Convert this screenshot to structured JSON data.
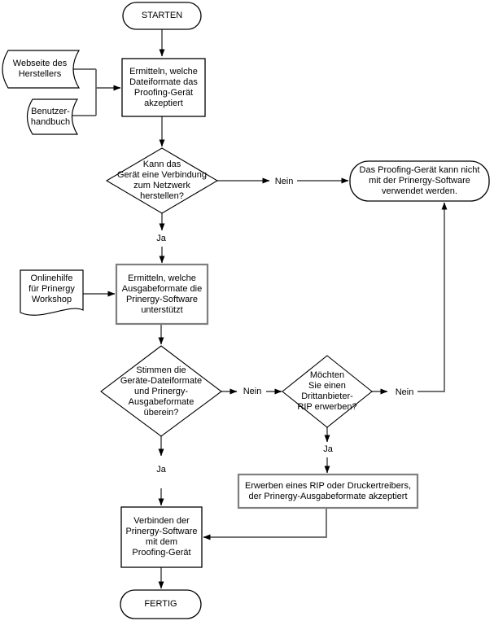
{
  "diagram": {
    "language": "de",
    "colors": {
      "background": "#ffffff",
      "shape_fill": "#ffffff",
      "shape_border": "#000000",
      "process_border_gray": "#7f7f7f",
      "connector": "#5e5e5e",
      "arrowhead": "#000000",
      "text": "#000000"
    },
    "nodes": {
      "start": {
        "type": "terminator",
        "label": "STARTEN"
      },
      "determine_device_formats": {
        "type": "process",
        "label": "Ermitteln, welche\nDateiformate das\nProofing-Gerät\nakzeptiert"
      },
      "manufacturer_website": {
        "type": "stored-data",
        "label": "Webseite des\nHerstellers"
      },
      "user_manual": {
        "type": "stored-data",
        "label": "Benutzer-\nhandbuch"
      },
      "network_question": {
        "type": "decision",
        "label": "Kann das\nGerät eine Verbindung\nzum Netzwerk\nherstellen?"
      },
      "cannot_use_result": {
        "type": "terminator",
        "label": "Das Proofing-Gerät kann nicht\nmit der Prinergy-Software\nverwendet werden."
      },
      "online_help": {
        "type": "document",
        "label": "Onlinehilfe\nfür Prinergy\nWorkshop"
      },
      "determine_output_formats": {
        "type": "process",
        "label": "Ermitteln, welche\nAusgabeformate die\nPrinergy-Software\nunterstützt"
      },
      "formats_match_question": {
        "type": "decision",
        "label": "Stimmen die\nGeräte-Dateiformate\nund Prinergy-\nAusgabeformate\nüberein?"
      },
      "third_party_rip_question": {
        "type": "decision",
        "label": "Möchten\nSie einen\nDrittanbieter-\nRIP erwerben?"
      },
      "acquire_rip": {
        "type": "process",
        "label": "Erwerben eines RIP oder Druckertreibers,\nder Prinergy-Ausgabeformate akzeptiert"
      },
      "connect_software": {
        "type": "process",
        "label": "Verbinden der\nPrinergy-Software\nmit dem\nProofing-Gerät"
      },
      "finish": {
        "type": "terminator",
        "label": "FERTIG"
      }
    },
    "edge_labels": {
      "network_no": "Nein",
      "network_yes": "Ja",
      "match_no": "Nein",
      "match_yes": "Ja",
      "rip_no": "Nein",
      "rip_yes": "Ja"
    }
  }
}
